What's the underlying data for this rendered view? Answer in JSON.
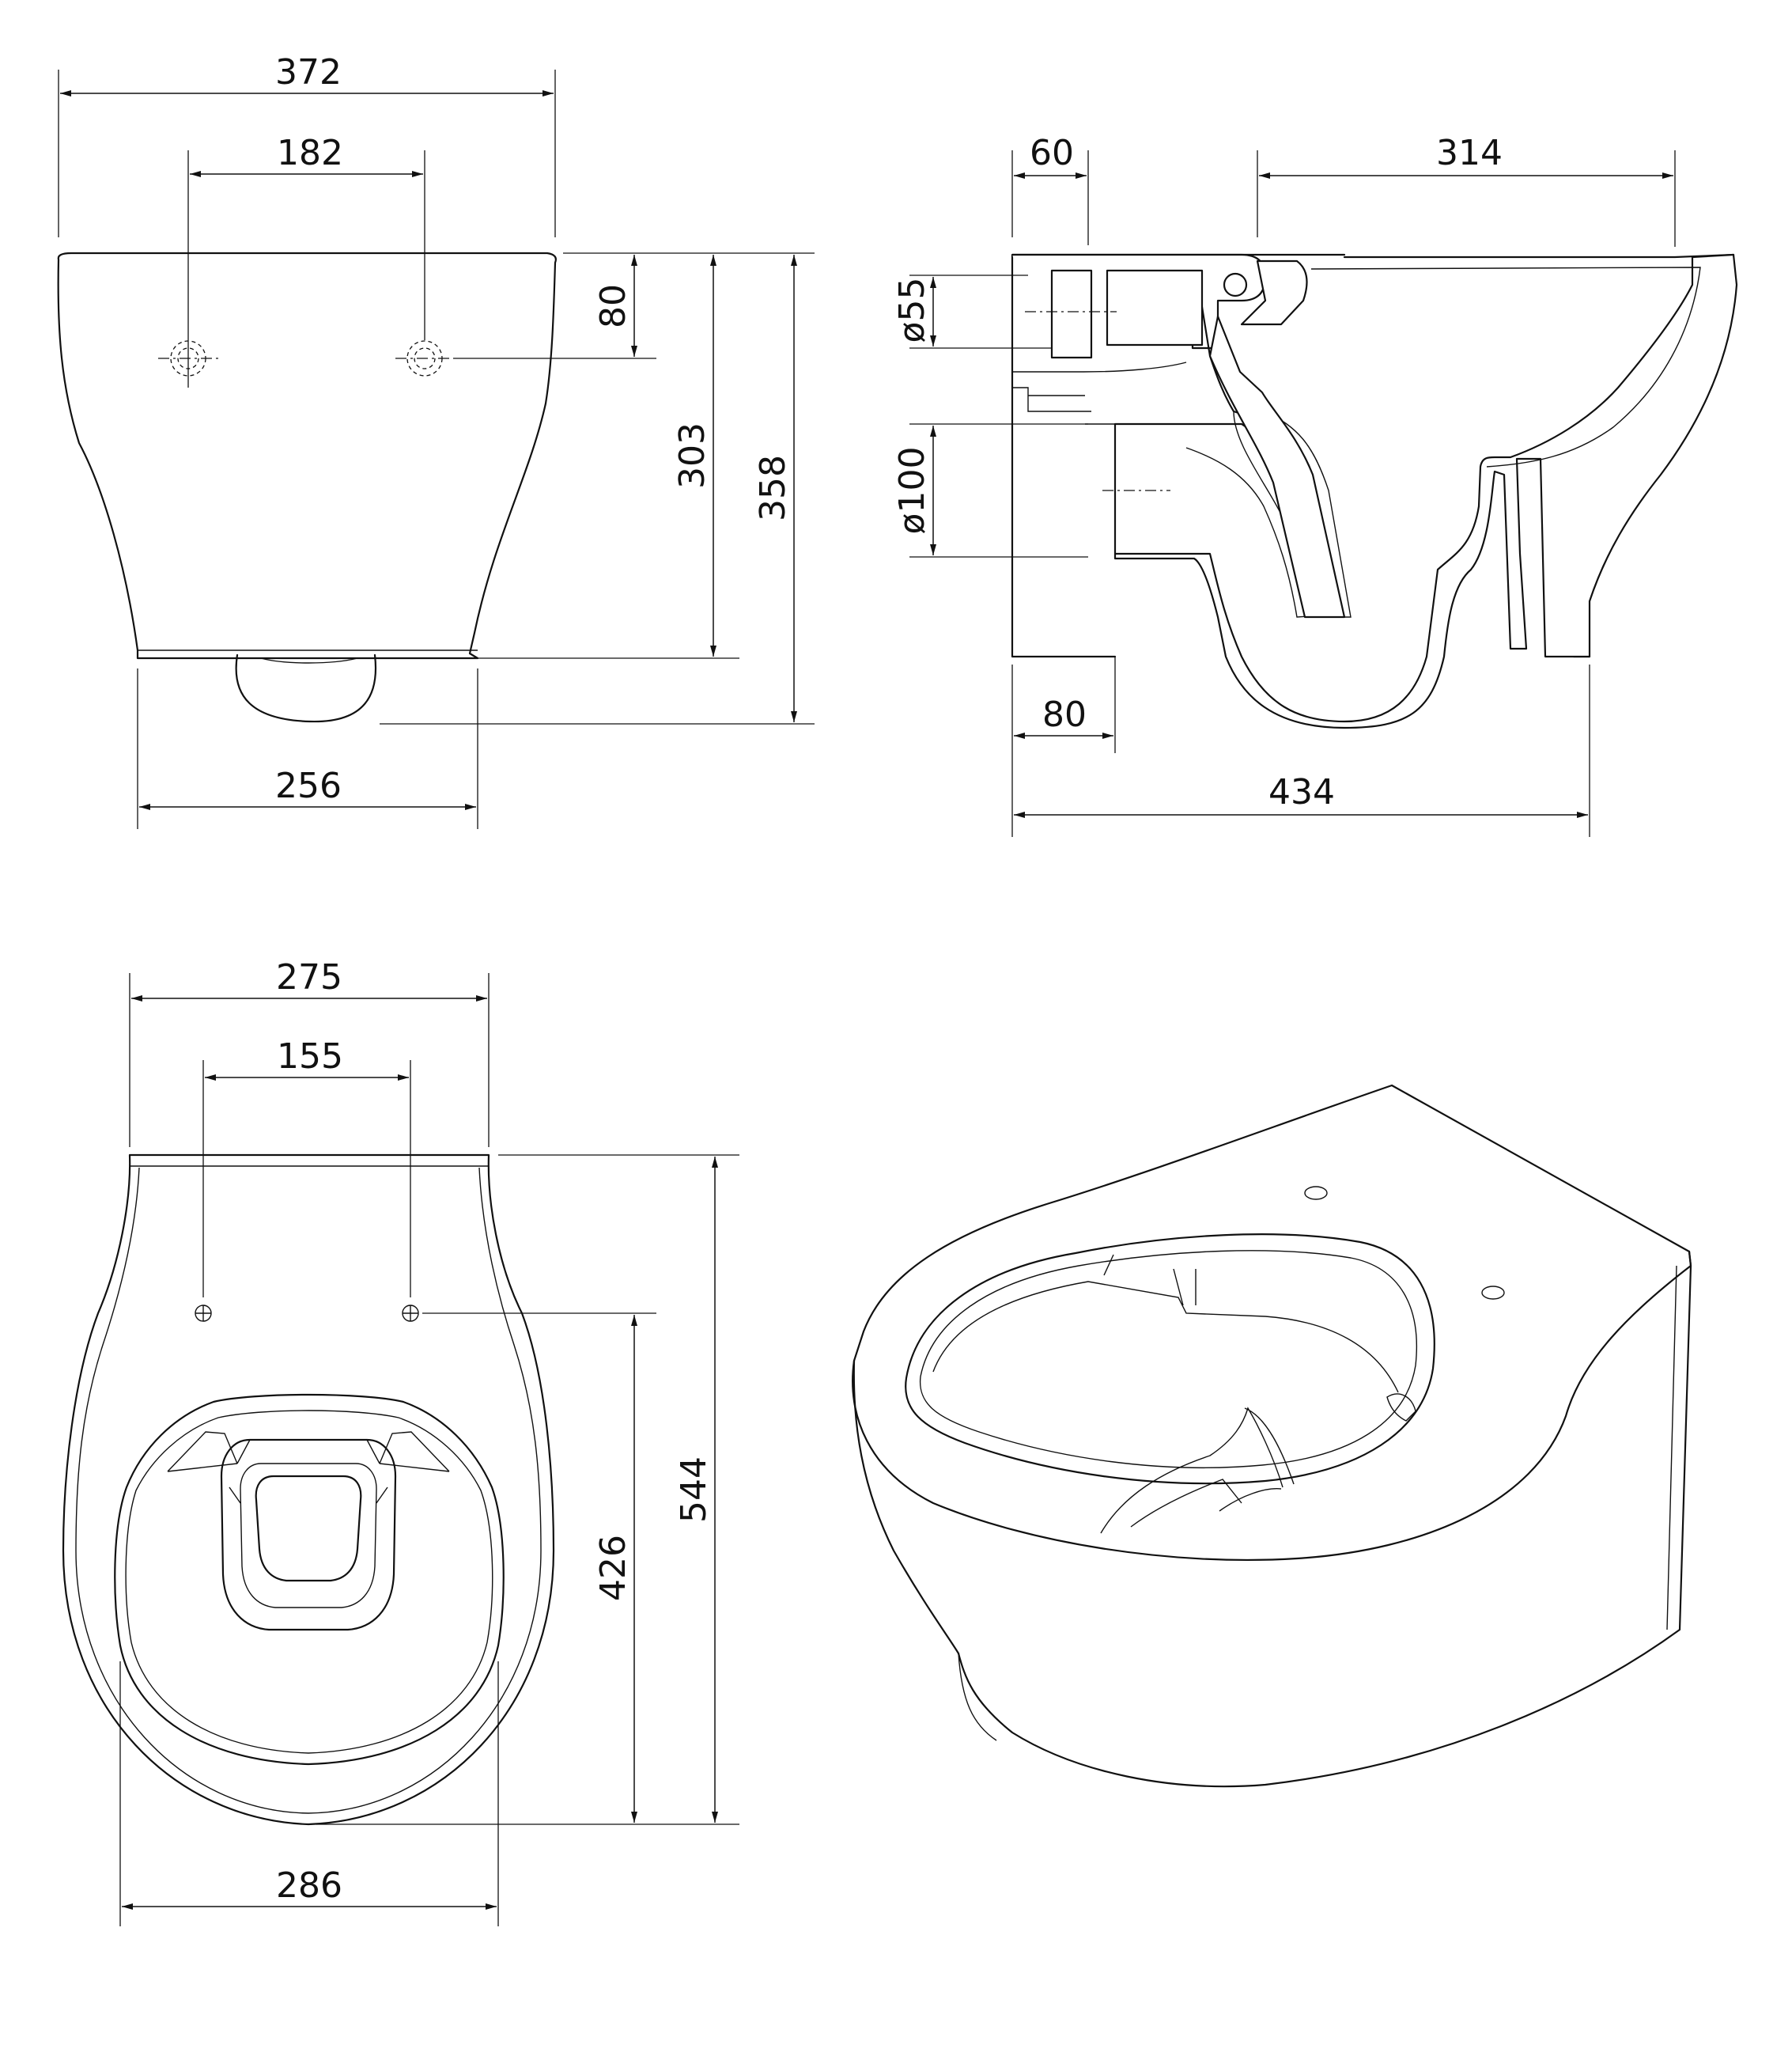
{
  "dimensions": {
    "front_width": "372",
    "front_hole_spacing": "182",
    "front_hole_drop": "80",
    "front_body_height": "303",
    "front_total_height": "358",
    "front_base_width": "256",
    "side_wall_offset": "60",
    "side_bowl_length": "314",
    "side_inlet_diameter": "ø55",
    "side_outlet_diameter": "ø100",
    "side_outlet_offset": "80",
    "side_total_depth": "434",
    "top_width": "275",
    "top_hole_spacing": "155",
    "top_hole_to_front": "426",
    "top_total_length": "544",
    "top_rim_width": "286"
  }
}
